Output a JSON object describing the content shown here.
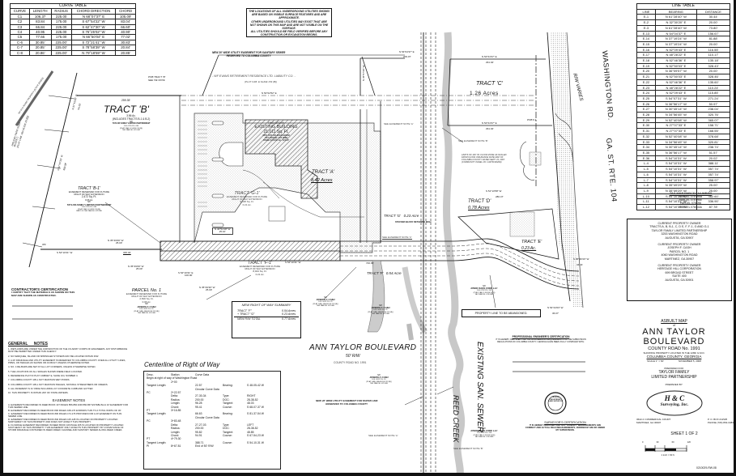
{
  "curve_table": {
    "title": "CURVE TABLE",
    "headers": [
      "CURVE",
      "LENGTH",
      "RADIUS",
      "CHORD DIRECTION",
      "CHORD"
    ],
    "rows": [
      [
        "C1",
        "106.37",
        "225.00",
        "N 68°07'37\" E",
        "105.09'"
      ],
      [
        "C2",
        "83.84",
        "175.00",
        "S 67°54'22\" W",
        "83.04'"
      ],
      [
        "C3",
        "66.84",
        "225.00",
        "S 62°47'30\" W",
        "66.60'"
      ],
      [
        "C4",
        "40.95",
        "225.00",
        "S 76°25'02\" W",
        "40.90'"
      ],
      [
        "C5",
        "77.66",
        "175.00",
        "N 66°50'04\" E",
        "77.02'"
      ],
      [
        "C-6",
        "30.85'",
        "225.00'",
        "S 72°21'41\" W",
        "30.83'"
      ],
      [
        "C-7",
        "20.85'",
        "225.00'",
        "S 78°58'39\" W",
        "20.84'"
      ],
      [
        "C-8",
        "20.86'",
        "225.00'",
        "N 79°18'59\" W",
        "20.85'"
      ]
    ]
  },
  "line_table": {
    "title": "LINE TABLE",
    "headers": [
      "LINE",
      "BEARING",
      "DISTANCE"
    ],
    "rows": [
      [
        "E-1",
        "N 61°28'40\" W",
        "30.44'"
      ],
      [
        "E-2",
        "N 32°30'20\" E",
        "20.00'"
      ],
      [
        "E-3",
        "N 61°28'40\" W",
        "73.80'"
      ],
      [
        "E-13",
        "N 54°04'37\" E",
        "156.67'"
      ],
      [
        "E-14",
        "N 37°19'24\" W",
        "81.88'"
      ],
      [
        "E-15",
        "N 37°19'24\" W",
        "20.00'"
      ],
      [
        "E-16",
        "N 52°09'43\" E",
        "116.55'"
      ],
      [
        "E-17",
        "N 48°28'22\" E",
        "110.17'"
      ],
      [
        "E-18",
        "N 52°46'36\" E",
        "135.18'"
      ],
      [
        "E-19",
        "N 52°50'03\" E",
        "328.43'"
      ],
      [
        "E-20",
        "N 36°09'57\" W",
        "20.00'"
      ],
      [
        "E-21",
        "N 52°50'03\" E",
        "328.46'"
      ],
      [
        "E-22",
        "N 52°46'36\" E",
        "135.60'"
      ],
      [
        "E-23",
        "N 48°28'22\" E",
        "110.24'"
      ],
      [
        "E-24",
        "N 52°09'43\" E",
        "115.85'"
      ],
      [
        "E-25",
        "S 54°07'31\" W",
        "271.24'"
      ],
      [
        "E-26",
        "N 36°56'17\" W",
        "50.97'"
      ],
      [
        "E-27",
        "N 30°45'14\" W",
        "238.04'"
      ],
      [
        "E-28",
        "N 34°56'45\" W",
        "320.76'"
      ],
      [
        "E-29",
        "N 52°40'08\" W",
        "365.07'"
      ],
      [
        "E-30",
        "N 27°07'33\" E",
        "158.71'"
      ],
      [
        "E-31",
        "N 27°07'33\" E",
        "168.55'"
      ],
      [
        "E-32",
        "N 52°40'08\" W",
        "378.68'"
      ],
      [
        "E-33",
        "N 34°56'45\" W",
        "320.81'"
      ],
      [
        "E-34",
        "N 30°45'14\" W",
        "238.74'"
      ],
      [
        "E-35",
        "N 36°56'17\" W",
        "51.57'"
      ],
      [
        "E-36",
        "S 54°10'31\" W",
        "20.02'"
      ],
      [
        "L-4",
        "S 54°10'31\" W",
        "388.11'"
      ],
      [
        "L-5",
        "S 54°10'31\" W",
        "357.74'"
      ],
      [
        "L-6",
        "S 54°10'31\" W",
        "357.74'"
      ],
      [
        "L-7",
        "S 54°10'31\" W",
        "358.97'"
      ],
      [
        "L-8",
        "N 35°49'29\" W",
        "25.00'"
      ],
      [
        "L-9",
        "N 35°49'29\" W",
        "25.00'"
      ],
      [
        "L-10",
        "S 54°10'31\" W",
        "362.60'"
      ],
      [
        "L-11",
        "S 54°10'31\" W",
        "336.90'"
      ],
      [
        "L-12",
        "S 54°10'31\" W",
        "87.78'"
      ]
    ]
  },
  "tax_map": {
    "title": "TAX MAP PARCEL NUMBER",
    "parcels": [
      "PARCEL 078 096B",
      "PARCEL 078 096E",
      "PARCEL 078 096",
      "PARCEL 078043A"
    ]
  },
  "owners": [
    {
      "heading": "CURRENT PROPERTY OWNER",
      "lines": [
        "TRACTS A, B, B-1, C, D E, F, F-1, G AND G-1",
        "TAYLOR FAMILY LIMITED PARTNERSHIP",
        "3253 WASHINGTON ROAD",
        "AUGUSTA, GA 30907"
      ]
    },
    {
      "heading": "CURRENT PROPERTY OWNER",
      "lines": [
        "JOSEPH F. CASH",
        "PARCEL NO. 1",
        "4060 WASHINGTON ROAD",
        "MARTINEZ, GA 30907"
      ]
    },
    {
      "heading": "CURRENT PROPERTY OWNER",
      "lines": [
        "HERITAGE HILL CORPORATION",
        "699 BROAD STREET",
        "SUITE 400",
        "AUGUSTA, GA 30901"
      ]
    }
  ],
  "title_block": {
    "map_type": "ASBUILT MAP",
    "of": "of",
    "road_name": "ANN TAYLOR BOULEVARD",
    "county_road": "COUNTY ROAD No. 1991",
    "showing": "SHOWING PROPERTY LOCATED IN THE 128th G.M.D.",
    "county": "COLUMBIA COUNTY, GEORGIA",
    "scale": "SCALE 1\" = 60'",
    "date": "NOVEMBER 5, 2008",
    "prepared_for_label": "PREPARED FOR:",
    "prepared_for": [
      "TAYLOR FAMILY",
      "LIMITED PARTNERSHIP"
    ],
    "prepared_by_label": "PREPARED BY:",
    "firm_line1": "H & C",
    "firm_line2": "Surveying, Inc.",
    "address_left": [
      "3622-C COMMERCIAL COURT",
      "MARTINEZ, GA 30907"
    ],
    "address_right": [
      "P. O. BOX 211525",
      "PHONE (706) 863-3483"
    ],
    "sheet": "SHEET 1 OF 2",
    "scale_bar_ticks": [
      "0",
      "30",
      "60",
      "120"
    ],
    "scale_bar_label": "1 inch = 60 ft.",
    "drawing_number": "0210029-RW-08"
  },
  "utility_notice": [
    "THE LOCATIONS OF ALL UNDERGROUND UTILITIES SHOWN ARE BASED ON VISIBLE SURFACE FEATURES AND ARE APPROXIMATE.",
    "OTHER UNDERGROUND UTILITIES MAY EXIST THAT ARE NOT SHOWN ON THIS MAP AND ARE NOT VISIBLE ON THE SURFACE.",
    "ALL UTILITIES SHOULD BE FIELD VERIFIED BEFORE ANY CONSTRUCTION OR EXCAVATION BEGINS."
  ],
  "contractor_cert": {
    "title": "CONTRACTOR'S CERTIFICATION",
    "text": "I CERTIFY THAT THE MATERIALS AS SHOWN ON THIS MAP ARE SHOWN AS CONSTRUCTED."
  },
  "general_notes": {
    "title": "GENERAL NOTES",
    "items": [
      "1. WETLANDS ARE UNDER THE JURISDICTION OF THE US ARMY CORPS OF ENGINEERS. ANY DISTURBANCE MUST BE PERMITTED UNDER THIS AGENCY.",
      "2. NO MARQUEE, ISLAND OR SPRINKLER SYSTEMS MAY BE LOCATED WITHIN R/W.",
      "3. A 20' DRAINAGE AND UTILITY EASEMENT IS RESERVED TO COLUMBIA COUNTY OVER ALL UTILITY LINES, PIPES, OR SWALES AS SHOWN OR AS BUILT UNLESS OTHERWISE NOTED.",
      "4. NO. 4 RE-BARS ARE SET AT ALL LOT CORNERS, UNLESS OTHERWISE NOTED.",
      "5. THE LOCATIONS OF ALL SWALES SHOWN WERE FIELD LOCATED.",
      "6. REFERENCE PLAT IN PLAT CABINET E, SLIDE 104, NUMBER 4.",
      "7. COLUMBIA COUNTY WILL NOT MAINTAIN WET PONDS.",
      "8. COLUMBIA COUNTY WILL NOT MAINTAIN SWALES, NATURAL STREAM BEDS OR CREEKS.",
      "9. ALL PAVEMENT IS 31' WIDE INCLUDING 24\" CONCRETE CURB AND GUTTER.",
      "10. THIS PROPERTY IS WITHIN 200' OF STATE WATERS."
    ]
  },
  "easement_notes": {
    "title": "EASEMENT NOTES",
    "items": [
      "A. EASEMENTS RECORDED IN DEED BOOK 137 PAGES 856-860 AND 860-867 ESTABLISH A 10' EASEMENT FOR THIS SEWER LINE.",
      "B. EASEMENT RECORDED IN DEED BOOK 806 PAGES 168-170 EXPANDS THIS TO A TOTAL WIDTH OF 30'.",
      "C. EASEMENT RECORDED IN DEED BOOK 806 PAGES 174-176 PROVIDES FOR A 20' EASEMENT ON THIS SEWER LINE.",
      "D. EASEMENT RECORDED IN DEED BOOK 840 PAGES 125-128 IS LOCATED ON PROPERTY LOCATED NORTHWEST OF THIS PROPERTY AND DOES NOT AFFECT THIS PROPERTY.",
      "E. FLOWAGE EASEMENT RECORDED IN DEED BOOK 106 PAGE 265 IS LOCATED ON PROPERTY LOCATED SOUTHEAST OF THIS PROPERTY. THIS EASEMENT ONLY AFFECTS THIS PROPERTY BY CONVEYANCE OF STORM DRAINAGE CONTAINED IN REED CREEK CHANNEL AND SANITARY SEWER ALONG REED CREEK."
    ]
  },
  "centerline": {
    "title": "Centerline of Right of Way",
    "lines": [
      [
        "Desc.",
        "Station",
        "Curve Data",
        "",
        ""
      ],
      [
        "Begin at right of way of Washington Road",
        "",
        "",
        "",
        ""
      ],
      [
        "",
        "2+00",
        "",
        "",
        ""
      ],
      [
        "Tangent Length:",
        "",
        "22.57",
        "Bearing:",
        "S 48-05-42 W"
      ],
      [
        "",
        "",
        "Circular Curve Data",
        "",
        ""
      ],
      [
        "PC",
        "2+22.57",
        "",
        "",
        ""
      ],
      [
        "",
        "Delta:",
        "27-30-34",
        "Type:",
        "RIGHT"
      ],
      [
        "",
        "Radius:",
        "200.00",
        "DOC:",
        "28-38-52"
      ],
      [
        "",
        "Length:",
        "96.28",
        "Tangent:",
        "48.03"
      ],
      [
        "",
        "Chord:",
        "95.41",
        "Course:",
        "S 68-07-37 W"
      ],
      [
        "PT",
        "3+16.85",
        "",
        "",
        ""
      ],
      [
        "Tangent Length:",
        "",
        "66.63",
        "Bearing:",
        "S 81-37-54 W"
      ],
      [
        "",
        "",
        "Circular Curve Data",
        "",
        ""
      ],
      [
        "PC",
        "3+83.48",
        "",
        "",
        ""
      ],
      [
        "",
        "Delta:",
        "27-27-03",
        "Type:",
        "LEFT"
      ],
      [
        "",
        "Radius:",
        "200.00",
        "DOC:",
        "28-38-52"
      ],
      [
        "",
        "Length:",
        "95.82",
        "Tangent:",
        "48.85"
      ],
      [
        "",
        "Chord:",
        "94.91",
        "Course:",
        "S 67-54-23 W"
      ],
      [
        "PT",
        "4+79.30",
        "",
        "",
        ""
      ],
      [
        "Tangent Length:",
        "",
        "388.71",
        "Course:",
        "S 54-10-31 W"
      ],
      [
        "PI",
        "8+67.81",
        "End of 50' R/W",
        "",
        ""
      ]
    ]
  },
  "row_summary": {
    "title": "NEW RIGHT OF WAY SUMMARY",
    "rows": [
      [
        "TRACT \"F\"",
        "0.54 Acres"
      ],
      [
        "+ TRACT \"G\"",
        "0.23 Acres"
      ],
      [
        "NEW R/W TOTAL",
        "0.77 Acres"
      ]
    ]
  },
  "engineer_cert": {
    "title": "PROFESSIONAL ENGINEER'S CERTIFICATION",
    "text": "IT IS HEREBY CERTIFIED THAT ALL ENGINEERING REQUIREMENTS OF THE SUBDIVISION REGULATIONS OF COLUMBIA COUNTY, GEORGIA HAVE BEEN FULLY COMPLIED WITH."
  },
  "surveyor_cert": {
    "title": "SURVEYOR'S CERTIFICATION",
    "text": "IT IS HEREBY CERTIFIED THAT ALL \"AS-BUILT\" MEASUREMENTS ARE CORRECT AND ACTUAL FIELD MEASUREMENTS, VERIFIED BY ME OR UNDER MY SUPERVISION.",
    "seal": [
      "GEORGIA",
      "REGISTERED",
      "LAND SURVEYOR",
      "No.",
      "PROFESSIONAL"
    ]
  },
  "plan_labels": {
    "tract_b": "TRACT 'B'",
    "tract_b_area": "3.56 Ac.",
    "tract_b_incl": "(INCLUDES TRACTS B-1 & B-2)",
    "tract_b_owner": [
      "N/F",
      "TAYLOR FAMILY LIMITED PARTNERSHIP",
      "D.B. 0755 PG. 084",
      "(PLAT CAB. E SLIDE 18 (B))",
      "TAX PARCEL 078 096"
    ],
    "tract_b_top": "259.35'",
    "tract_b1": "TRACT 'B-1'",
    "tract_b1_desc": [
      "EASEMENT RESERVED FOR FUTURE",
      "RIGHT OF WAY EXTENSION",
      "2,472 Sq. Ft.",
      "0.06 Ac."
    ],
    "tract_b1_owner": [
      "N/F",
      "TAYLOR FAMILY LIMITED PARTNERSHIP",
      "D.B. 0755 PG. 084",
      "(PLAT CAB. E SLIDE 18 (B))",
      "PART OF TAX PARCEL 078 096"
    ],
    "holiday_park": [
      "HOLIDAY PARK SUBD.",
      "BLOCK C",
      "(PLAT CAB. 18A SLIDE 26 (B))"
    ],
    "old_ridge": "N/F OLD RIDGE PROPERTY (STATE ZONES)",
    "por_tract_b": [
      "POB TRACT 'B'",
      "SEE TIE NOTE"
    ],
    "evans_retirement": "- N/F EVANS RETIREMENT RESIDENCE LTD. LIABILITY CO. -",
    "evans_plat": "(PLAT CAB. E SLIDE 154 (B))",
    "sewer_easement": [
      "NEW 20' WIDE UTILITY EASEMENT FOR SANITARY SEWER",
      "RESERVED TO COLUMBIA COUNTY"
    ],
    "existing_building": [
      "TWO STORY",
      "EXISTING BUILDING",
      "21,011 Sq. Ft."
    ],
    "building_addr": [
      "3253 TAYLOR BOULEVARD",
      "TAX PARCEL 078 096B",
      "FINISH FLOOR EL. 372.20'"
    ],
    "tract_a": "TRACT 'A'",
    "tract_a_area": "8.42 Acres",
    "tract_c": "TRACT 'C'",
    "tract_c_area": "1.26 Acres",
    "tract_c_top": "N 54°04'37\" E",
    "tract_c_top_dist": "291.04'",
    "tract_c_bot": "N 54°04'37\" E",
    "tract_c_bot_dist": "291.04'",
    "tract_d": "TRACT 'D'",
    "tract_d_area": "0.78 Acres",
    "tract_e": "TRACT 'E'",
    "tract_e_area": "0.23 Ac.",
    "tract_f": "TRACT 'F'",
    "tract_f_area": "0.54 Acre",
    "tract_f1": "TRACT 'F-1'",
    "tract_f1_desc": [
      "EASEMENT RESERVED FOR FUTURE",
      "RIGHT OF WAY EXTENSION",
      "8,944 Sq. Ft.",
      "0.21 Ac."
    ],
    "tract_g": "TRACT 'G'",
    "tract_g_area": "0.23 Acre",
    "tract_g1": "TRACT 'G-1'",
    "tract_g1_desc": [
      "EASEMENT RESERVED FOR FUTURE",
      "RIGHT OF WAY EXTENSION",
      "9,048 Sq. Ft.",
      "0.21 Ac."
    ],
    "parcel_1": "PARCEL No. 1",
    "parcel_1_desc": [
      "EASEMENT RESERVED FOR FUTURE",
      "RIGHT OF WAY EXTENSION",
      "2,500 Sq. Ft.",
      "0.06 Ac."
    ],
    "parcel_1_owner": [
      "N/F",
      "JOSEPH F. CASH",
      "D.B. 0912 PG. 31",
      "(PLAT CAB. 44A SLIDE 119 (B))",
      "TAX PARCEL 078 088"
    ],
    "cash_owner": [
      "N/F",
      "JOSEPH F. CASH",
      "D.B. 0912 PG. 31",
      "(PLAT CAB. 44A SLIDE 119 (B))",
      "TAX PARCEL 078 088"
    ],
    "river_oaks": [
      "N/F",
      "RIVER OAKS CORP, LLC",
      "D.B. 0792 PG. 314",
      "(PLAT CAB. F SLIDE 9 (B))",
      "TAX PARCEL 078 088F"
    ],
    "ann_taylor": "ANN TAYLOR BOULEVARD",
    "ann_taylor_rw": "50' R/W",
    "ann_taylor_cr": "COUNTY ROAD NO. 1991",
    "washington_rd": "WASHINGTON RD.",
    "ga_st_rte": "GA. ST. RTE. 104",
    "rw_varies": "R/W VARIES",
    "existing_san_sewer": "EXISTING SAN. SEWER",
    "reed_creek": "REED CREEK",
    "water_easement": [
      "NEW 20' WIDE UTILITY EASEMENT FOR WATER LINE",
      "RESERVED TO COLUMBIA COUNTY"
    ],
    "property_line_abandon": "PROPERTY LINE TO BE ABANDONED.",
    "flood_note": [
      "LIMITS OF 100 YR. FLOOD ZONE AS SCALED",
      "FROM FLOOD INSURANCE RATE MAP OF",
      "COLUMBIA COUNTY DATED SEPT. 19, 2007",
      "(COMMUNITY PANEL NO. 13073C0026D)"
    ],
    "see_easement_a": "SEE EASEMENT NOTE 'A'",
    "see_easement_b": "SEE EASEMENT NOTE 'B'",
    "see_easement_c": "SEE EASEMENT NOTE 'C'",
    "retaining_wall": "STACKED BLOCK RETAINING WALL",
    "pob_1": "POB # 1",
    "ipf": "IPF",
    "bearings": {
      "b_w1": "N 37°51'06\" W",
      "b_w1d": "54.20'",
      "b_w2": "N 37°57'20\" W",
      "b_w2d": "383.58'",
      "b_s1": "S 54°10'31\" W",
      "b_s1d": "335.32'",
      "b_n35a": "N 35°49'09\" W",
      "b_n35ad": "25.00'",
      "b_n35b": "N 35°49'09\" W",
      "b_n35bd": "25.00'",
      "b_g1": "N 40°54'18\" W",
      "b_g1d": "25.10'",
      "b_f1": "S 54°10'31\" E",
      "b_f1d": "100.00'",
      "b_f2": "N 35°49'30\" W",
      "b_f2d": "25.00'",
      "b_s54": "S 54°10'31\" W",
      "b_top": "N 54°02'52\" E",
      "b_top_d": "305.80'",
      "b_c_ne": "N 54°04'37\" E",
      "b_c_ne_d": "209.07'",
      "b_d_top": "S 51°13'58\" W",
      "b_d_top_d": "280.47'",
      "b_e_se": "S 05°36'33\" W",
      "b_e_se_d": "34.41'",
      "b_e_bot": "N 54°44'03\" W",
      "b_e_bot_d": "36.07'",
      "b_f_dist": "746.05'",
      "b_vert": "N 35°57'28\" W",
      "b_vert_d": "93.28'"
    }
  }
}
